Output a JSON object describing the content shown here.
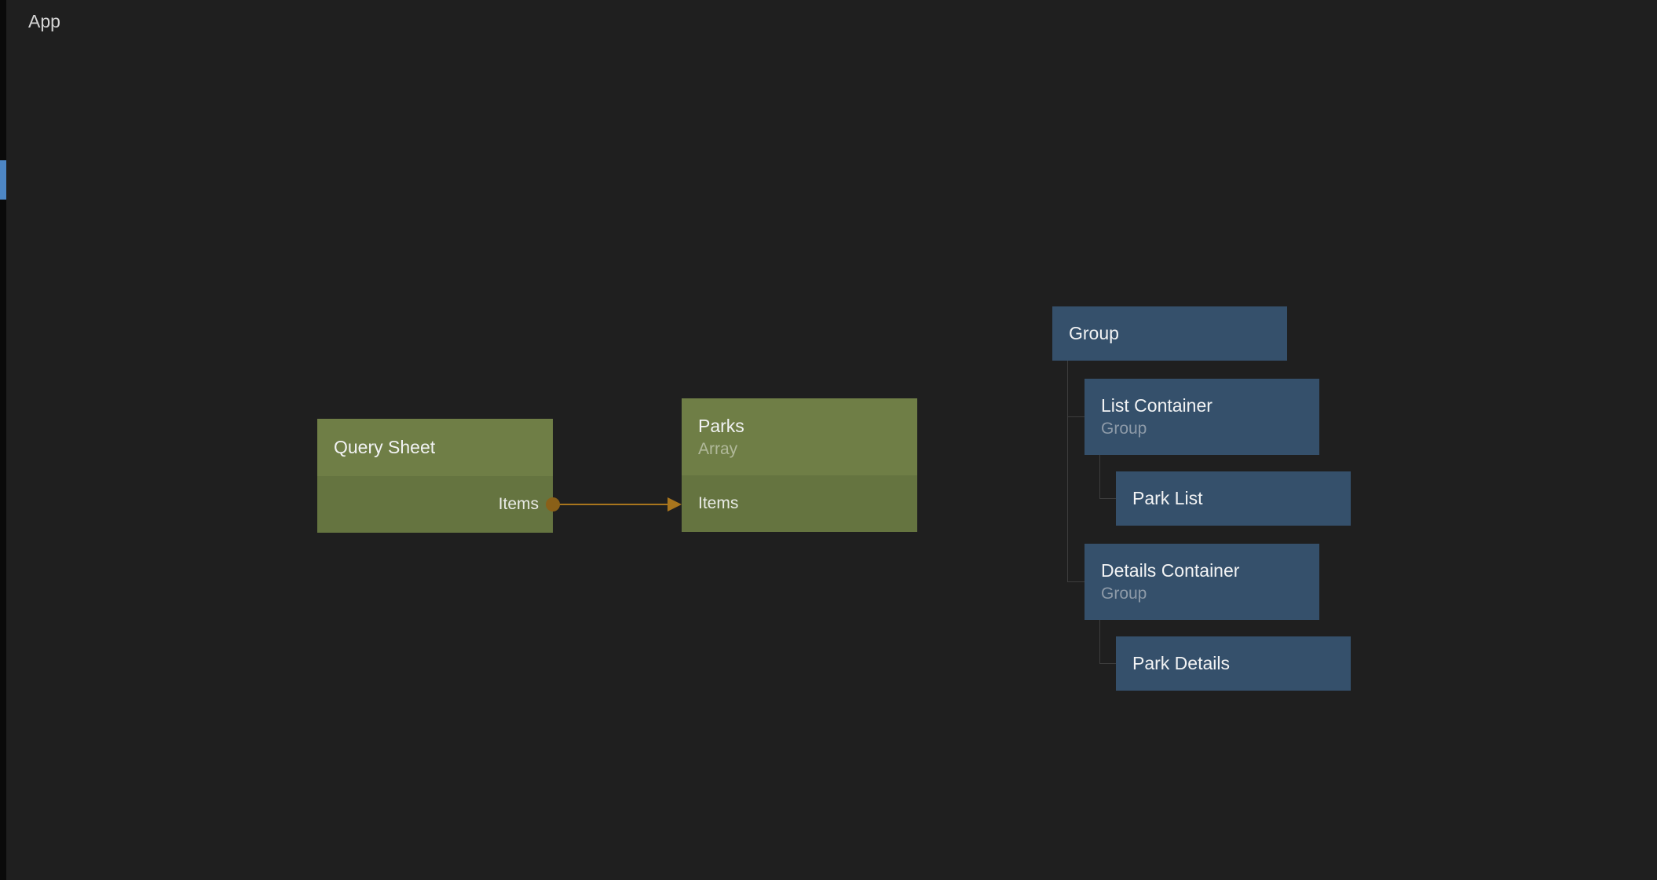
{
  "app": {
    "title": "App"
  },
  "colors": {
    "background": "#1f1f1f",
    "green_node_header": "#6f7e46",
    "green_node_body": "#657440",
    "blue_node": "#35506b",
    "connection": "#a8751d",
    "tree_line": "#3d3d3d",
    "rail_indicator": "#4d86c4"
  },
  "nodes": {
    "query_sheet": {
      "title": "Query Sheet",
      "output_port": "Items"
    },
    "parks": {
      "title": "Parks",
      "subtitle": "Array",
      "input_port": "Items"
    },
    "group": {
      "title": "Group"
    },
    "list_container": {
      "title": "List Container",
      "subtitle": "Group"
    },
    "park_list": {
      "title": "Park List"
    },
    "details_container": {
      "title": "Details Container",
      "subtitle": "Group"
    },
    "park_details": {
      "title": "Park Details"
    }
  },
  "connections": [
    {
      "from": "Query Sheet.Items",
      "to": "Parks.Items"
    }
  ]
}
